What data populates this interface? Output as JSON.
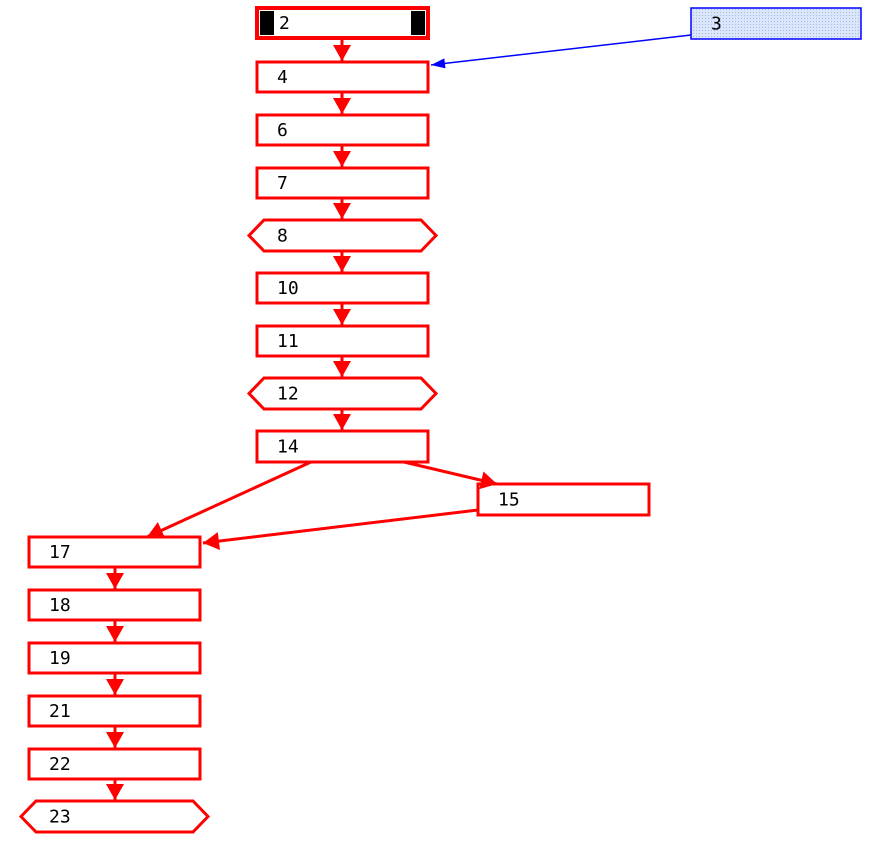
{
  "colors": {
    "main_flow": "#ff0000",
    "secondary_flow": "#0000ff",
    "secondary_fill": "#dbe6fb",
    "start_marker": "#000000",
    "background": "#ffffff"
  },
  "nodes": [
    {
      "id": "n2",
      "label": "2",
      "shape": "start"
    },
    {
      "id": "n3",
      "label": "3",
      "shape": "secondary"
    },
    {
      "id": "n4",
      "label": "4",
      "shape": "rect"
    },
    {
      "id": "n6",
      "label": "6",
      "shape": "rect"
    },
    {
      "id": "n7",
      "label": "7",
      "shape": "rect"
    },
    {
      "id": "n8",
      "label": "8",
      "shape": "hexagon"
    },
    {
      "id": "n10",
      "label": "10",
      "shape": "rect"
    },
    {
      "id": "n11",
      "label": "11",
      "shape": "rect"
    },
    {
      "id": "n12",
      "label": "12",
      "shape": "hexagon"
    },
    {
      "id": "n14",
      "label": "14",
      "shape": "rect"
    },
    {
      "id": "n15",
      "label": "15",
      "shape": "rect"
    },
    {
      "id": "n17",
      "label": "17",
      "shape": "rect"
    },
    {
      "id": "n18",
      "label": "18",
      "shape": "rect"
    },
    {
      "id": "n19",
      "label": "19",
      "shape": "rect"
    },
    {
      "id": "n21",
      "label": "21",
      "shape": "rect"
    },
    {
      "id": "n22",
      "label": "22",
      "shape": "rect"
    },
    {
      "id": "n23",
      "label": "23",
      "shape": "hexagon"
    }
  ],
  "edges": [
    {
      "from": "n2",
      "to": "n4",
      "kind": "main"
    },
    {
      "from": "n3",
      "to": "n4",
      "kind": "secondary"
    },
    {
      "from": "n4",
      "to": "n6",
      "kind": "main"
    },
    {
      "from": "n6",
      "to": "n7",
      "kind": "main"
    },
    {
      "from": "n7",
      "to": "n8",
      "kind": "main"
    },
    {
      "from": "n8",
      "to": "n10",
      "kind": "main"
    },
    {
      "from": "n10",
      "to": "n11",
      "kind": "main"
    },
    {
      "from": "n11",
      "to": "n12",
      "kind": "main"
    },
    {
      "from": "n12",
      "to": "n14",
      "kind": "main"
    },
    {
      "from": "n14",
      "to": "n17",
      "kind": "main"
    },
    {
      "from": "n14",
      "to": "n15",
      "kind": "main"
    },
    {
      "from": "n15",
      "to": "n17",
      "kind": "main"
    },
    {
      "from": "n17",
      "to": "n18",
      "kind": "main"
    },
    {
      "from": "n18",
      "to": "n19",
      "kind": "main"
    },
    {
      "from": "n19",
      "to": "n21",
      "kind": "main"
    },
    {
      "from": "n21",
      "to": "n22",
      "kind": "main"
    },
    {
      "from": "n22",
      "to": "n23",
      "kind": "main"
    }
  ]
}
